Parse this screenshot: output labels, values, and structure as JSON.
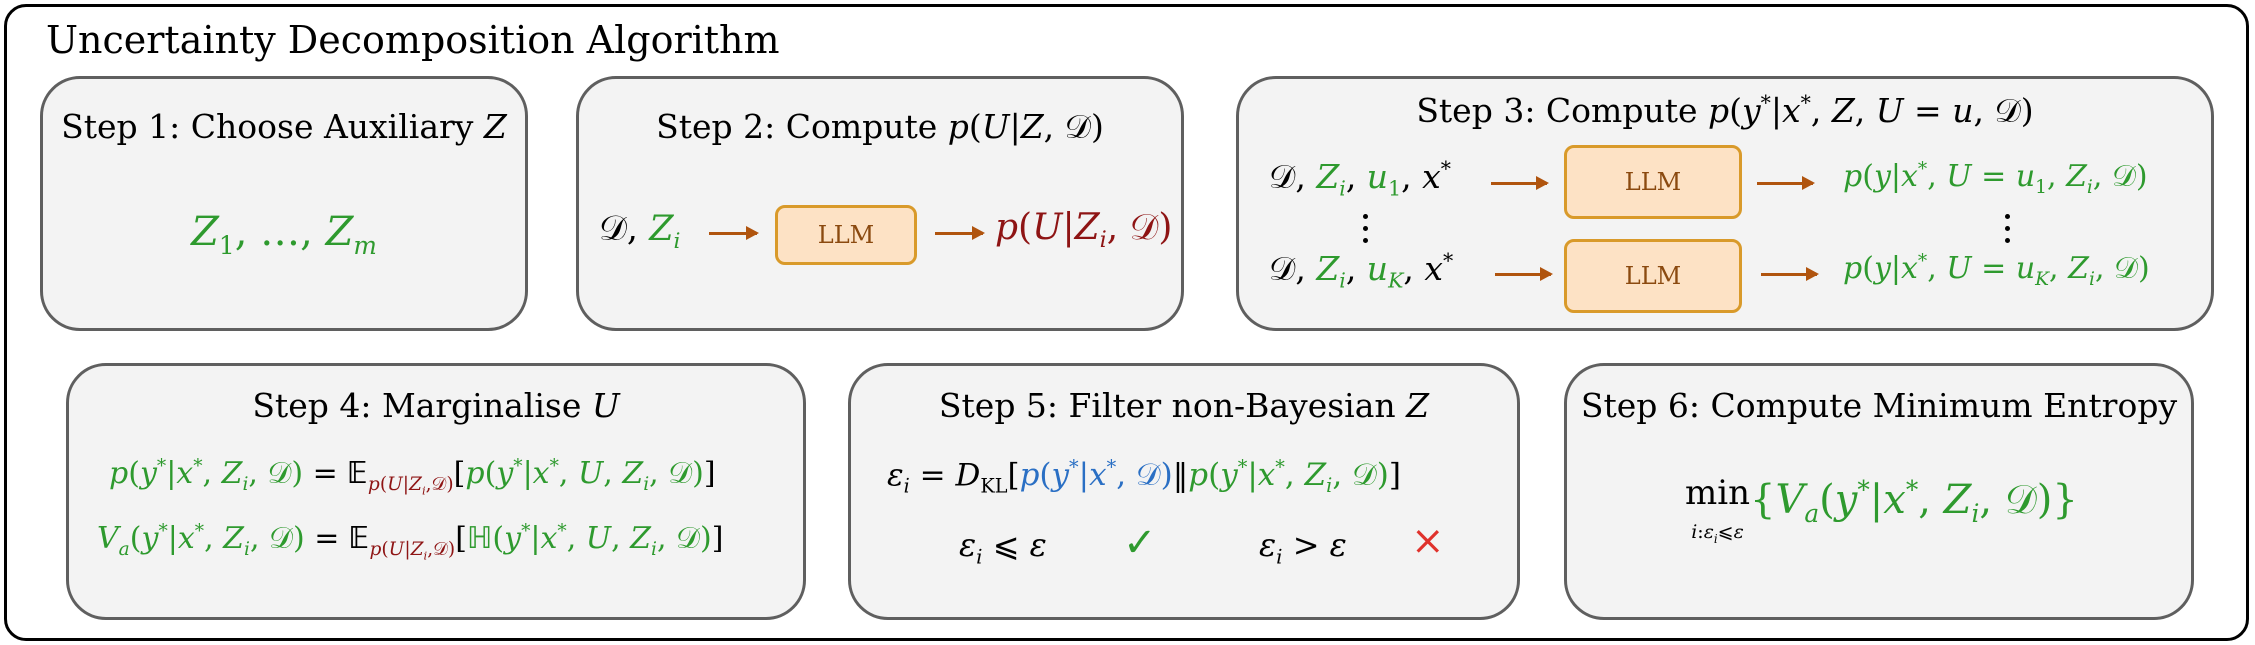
{
  "title": "Uncertainty Decomposition Algorithm",
  "steps": [
    {
      "title": "Step 1: Choose Auxiliary Z",
      "content": "Z1, …, Zm"
    },
    {
      "title": "Step 2: Compute p(U|Z, 𝒟)",
      "input": "𝒟, Zi",
      "llm": "LLM",
      "output": "p(U|Zi, 𝒟)"
    },
    {
      "title": "Step 3: Compute p(y*|x*, Z, U = u, 𝒟)",
      "rows": [
        {
          "input": "𝒟, Zi, u1, x*",
          "llm": "LLM",
          "output": "p(y|x*, U = u1, Zi, 𝒟)"
        },
        {
          "input": "𝒟, Zi, uK, x*",
          "llm": "LLM",
          "output": "p(y|x*, U = uK, Zi, 𝒟)"
        }
      ]
    },
    {
      "title": "Step 4: Marginalise U",
      "eq1": "p(y*|x*, Zi, 𝒟) = E_{p(U|Zi,𝒟)}[p(y*|x*, U, Zi, 𝒟)]",
      "eq2": "Va(y*|x*, Zi, 𝒟) = E_{p(U|Zi,𝒟)}[H(y*|x*, U, Zi, 𝒟)]"
    },
    {
      "title": "Step 5: Filter non-Bayesian Z",
      "eq": "εi = DKL[p(y*|x*, 𝒟)‖p(y*|x*, Zi, 𝒟)]",
      "accept": "εi ⩽ ε",
      "accept_mark": "✓",
      "reject": "εi > ε",
      "reject_mark": "×"
    },
    {
      "title": "Step 6: Compute Minimum Entropy",
      "eq": "min_{i:εi⩽ε} {Va(y*|x*, Zi, 𝒟)}"
    }
  ],
  "colors": {
    "aux": "#2e9a2e",
    "posterior": "#8e1414",
    "marginal": "#2a6fc4",
    "reject": "#e0322c",
    "llm_fill": "#fde2c5",
    "llm_border": "#d99a2a",
    "arrow": "#b0540e"
  }
}
